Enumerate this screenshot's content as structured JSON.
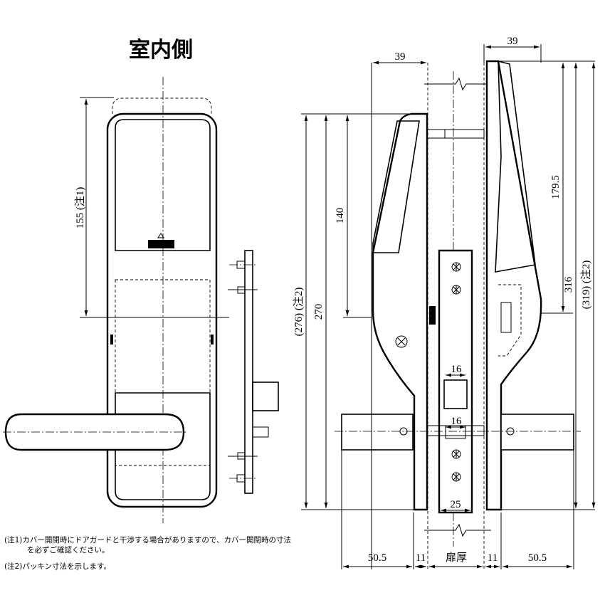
{
  "title": "室内側",
  "dimensions": {
    "front_155": "155 (注1)",
    "side_top_left_39": "39",
    "side_top_right_39": "39",
    "side_140": "140",
    "side_179_5": "179.5",
    "side_270": "270",
    "side_276": "(276) (注2)",
    "side_316": "316",
    "side_319": "(319) (注2)",
    "case_16_upper": "16",
    "case_16_lower": "16",
    "case_25": "25",
    "bottom_50_5_left": "50.5",
    "bottom_11_left": "11",
    "bottom_door": "扉厚",
    "bottom_11_right": "11",
    "bottom_50_5_right": "50.5"
  },
  "notes": {
    "note1_line1": "(注1)カバー開閉時にドアガードと干渉する場合がありますので、カバー開閉時の寸法",
    "note1_line2": "を必ずご確認ください。",
    "note2": "(注2)パッキン寸法を示します。"
  }
}
